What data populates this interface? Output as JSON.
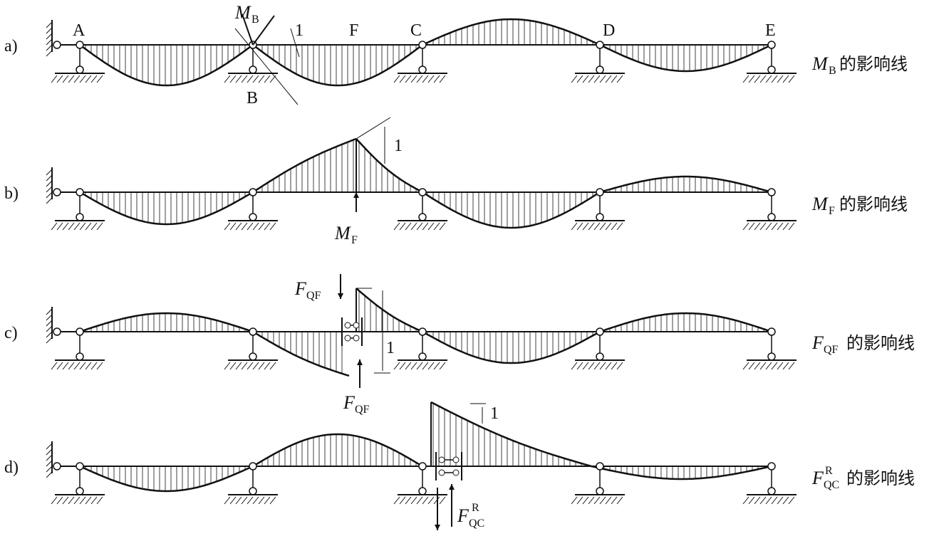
{
  "rows": [
    {
      "tag": "a)",
      "title_sym": "M",
      "title_sub": "B",
      "title_sup": "",
      "title_rest": "的影响线"
    },
    {
      "tag": "b)",
      "title_sym": "M",
      "title_sub": "F",
      "title_sup": "",
      "title_rest": "的影响线"
    },
    {
      "tag": "c)",
      "title_sym": "F",
      "title_sub": "QF",
      "title_sup": "",
      "title_rest": "的影响线"
    },
    {
      "tag": "d)",
      "title_sym": "F",
      "title_sub": "QC",
      "title_sup": "R",
      "title_rest": "的影响线"
    }
  ],
  "points": {
    "A": "A",
    "B": "B",
    "C": "C",
    "D": "D",
    "E": "E",
    "F": "F"
  },
  "annotations": {
    "unit": "1",
    "mb_sym": "M",
    "mb_sub": "B",
    "mf_sym": "M",
    "mf_sub": "F",
    "fqf_sym": "F",
    "fqf_sub": "QF",
    "fqc_sym": "F",
    "fqc_sub": "QC",
    "fqc_sup": "R"
  }
}
